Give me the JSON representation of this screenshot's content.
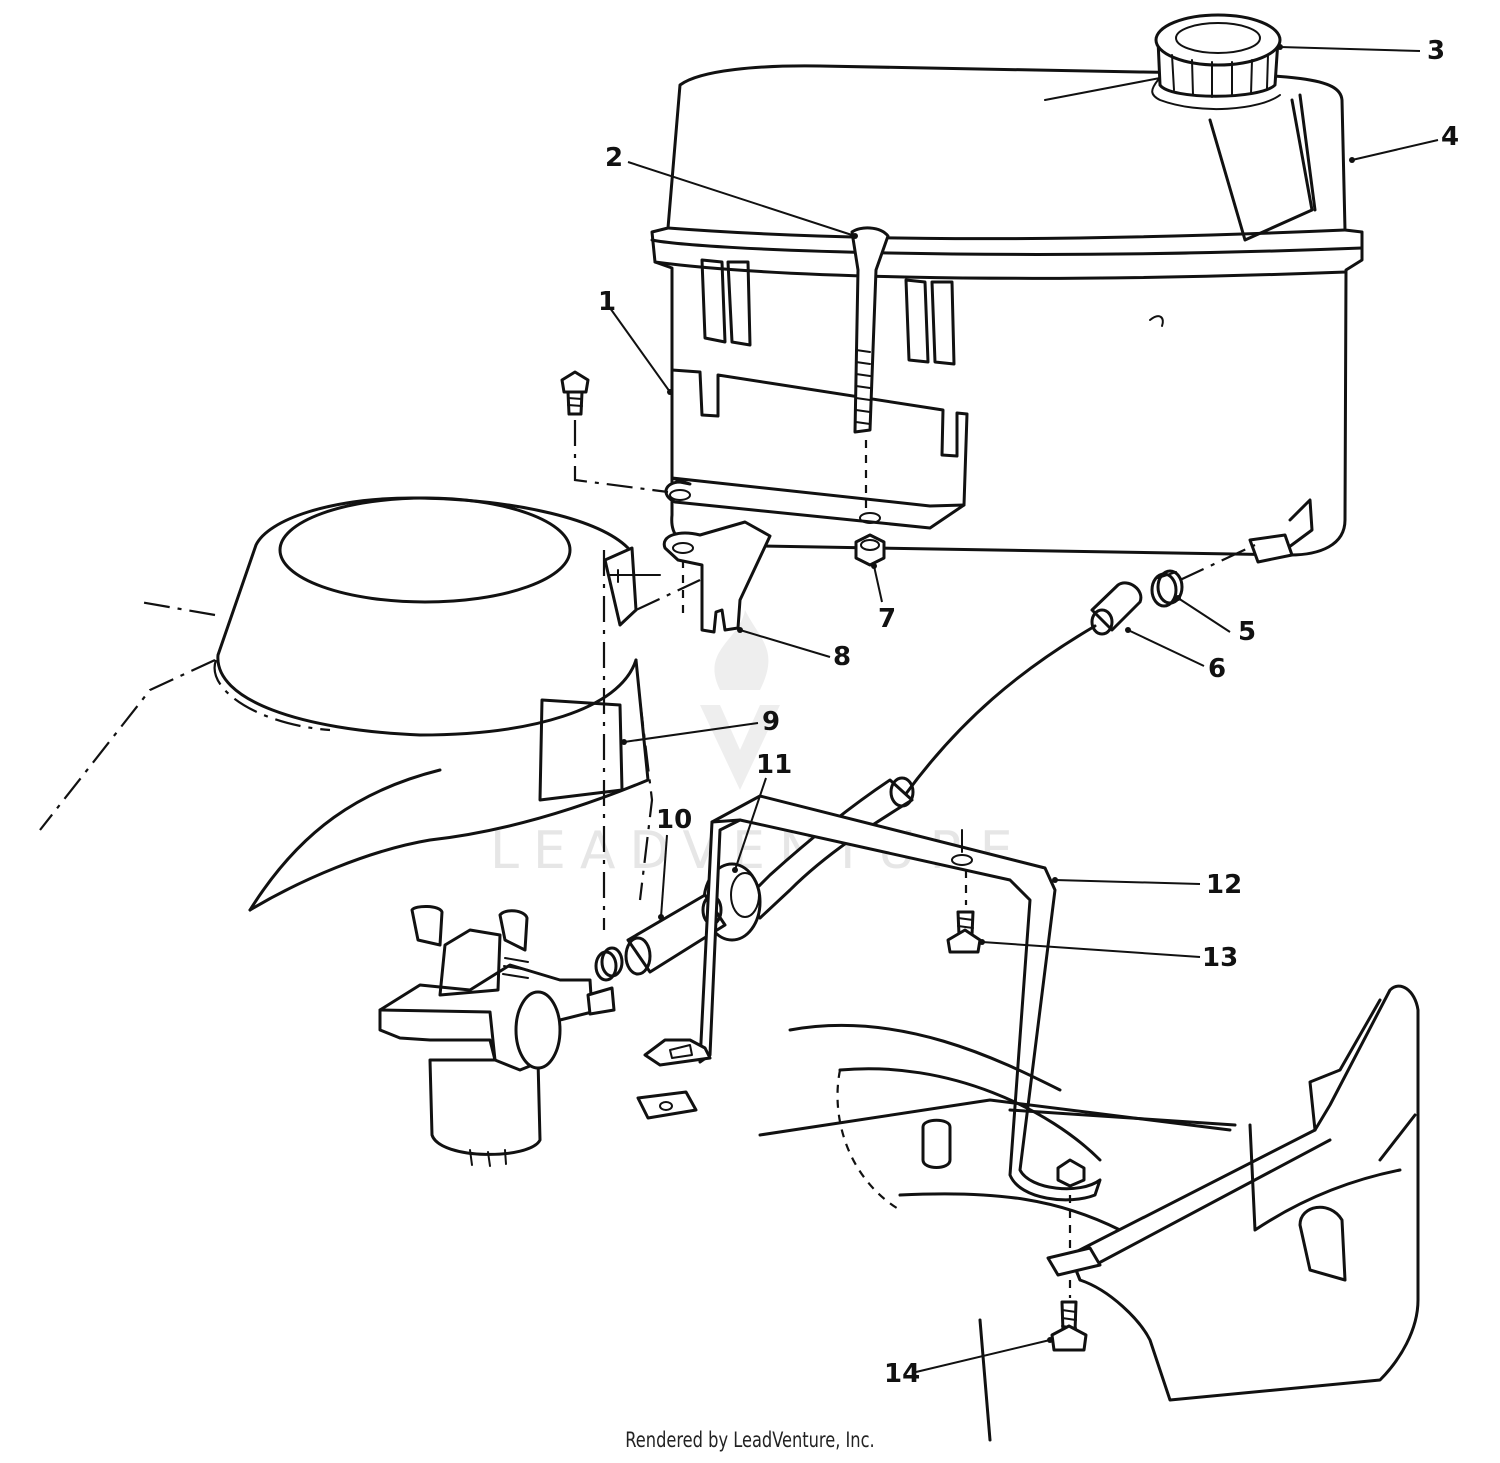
{
  "callouts": [
    {
      "label": "1"
    },
    {
      "label": "2"
    },
    {
      "label": "3"
    },
    {
      "label": "4"
    },
    {
      "label": "5"
    },
    {
      "label": "6"
    },
    {
      "label": "7"
    },
    {
      "label": "8"
    },
    {
      "label": "9"
    },
    {
      "label": "10"
    },
    {
      "label": "11"
    },
    {
      "label": "12"
    },
    {
      "label": "13"
    },
    {
      "label": "14"
    }
  ],
  "watermark": {
    "text": "LEADVENTURE"
  },
  "footer": {
    "text": "Rendered by LeadVenture, Inc."
  },
  "colors": {
    "line": "#111111",
    "background": "#ffffff",
    "watermark": "#e6e6e6"
  }
}
